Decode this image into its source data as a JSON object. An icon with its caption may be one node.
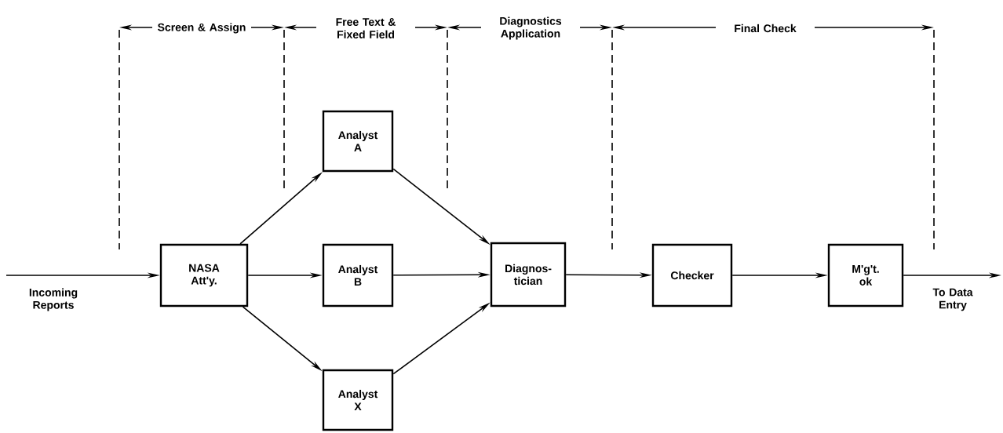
{
  "diagram": {
    "nodes": [
      {
        "text": [
          "NASA Att'y."
        ]
      },
      {
        "text": [
          "Analyst A"
        ]
      },
      {
        "text": [
          "Analyst B"
        ]
      },
      {
        "text": [
          "Analyst X"
        ]
      },
      {
        "text": [
          "Diagnos- tician"
        ]
      },
      {
        "text": [
          "Checker"
        ]
      },
      {
        "text": [
          "M'g't. ok"
        ]
      }
    ],
    "edges": [
      {
        "from": null,
        "to": 0,
        "arrow": "to",
        "label": "Incoming Reports"
      },
      {
        "from": 0,
        "to": 1,
        "arrow": "to"
      },
      {
        "from": 0,
        "to": 2,
        "arrow": "to"
      },
      {
        "from": 0,
        "to": 3,
        "arrow": "to"
      },
      {
        "from": 1,
        "to": 4,
        "arrow": "to"
      },
      {
        "from": 2,
        "to": 4,
        "arrow": "to"
      },
      {
        "from": 3,
        "to": 4,
        "arrow": "to"
      },
      {
        "from": 4,
        "to": 5,
        "arrow": "to"
      },
      {
        "from": 5,
        "to": 6,
        "arrow": "to"
      },
      {
        "from": 6,
        "to": null,
        "arrow": "to",
        "label": "To Data Entry"
      }
    ],
    "labels": [
      "Screen & Assign",
      "Free Text & Fixed Field",
      "Diagnostics Application",
      "Final Check"
    ]
  }
}
